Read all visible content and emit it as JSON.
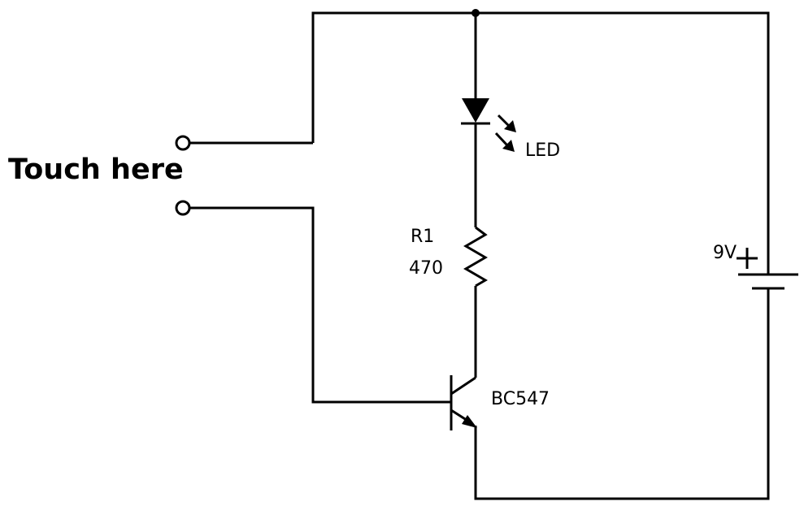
{
  "labels": {
    "touch": "Touch here",
    "led": "LED",
    "resistor_name": "R1",
    "resistor_value": "470",
    "battery_voltage": "9V",
    "battery_plus": "+",
    "transistor": "BC547"
  },
  "colors": {
    "stroke": "#000000",
    "background": "#ffffff"
  }
}
